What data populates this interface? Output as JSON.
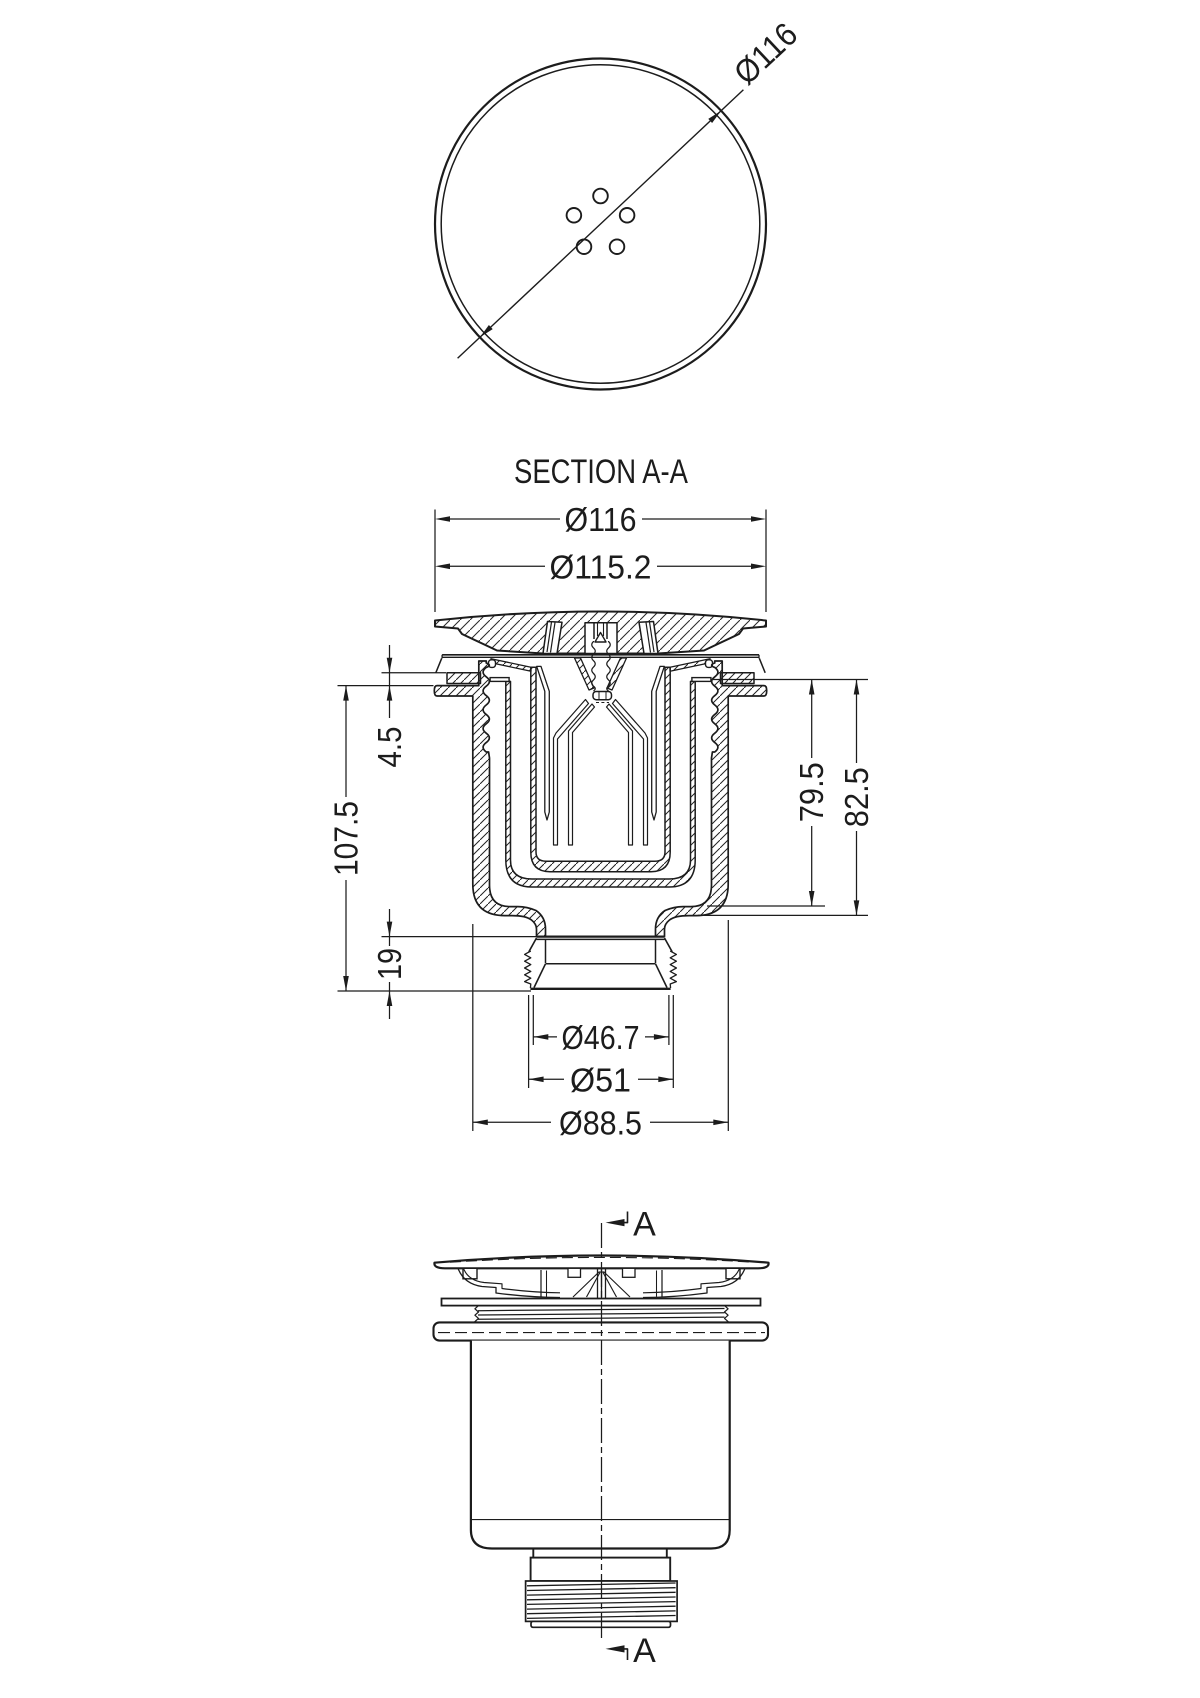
{
  "document": {
    "type": "engineering-drawing",
    "subject": "shower-waste-drain",
    "background_color": "#ffffff",
    "line_color": "#1c1c1c"
  },
  "top_view": {
    "diameter_label": "Ø116",
    "strainer_hole_count": 5
  },
  "section_view": {
    "title": "SECTION A-A",
    "dim_cap_outer": "Ø116",
    "dim_flange_diameter": "Ø115.2",
    "dim_lip_thickness": "4.5",
    "dim_total_height": "107.5",
    "dim_outlet_length": "19",
    "dim_inner_depth": "79.5",
    "dim_body_height": "82.5",
    "dim_outlet_bore": "Ø46.7",
    "dim_outlet_thread": "Ø51",
    "dim_body_diameter": "Ø88.5"
  },
  "side_view": {
    "marker_top": "A",
    "marker_bottom": "A"
  }
}
